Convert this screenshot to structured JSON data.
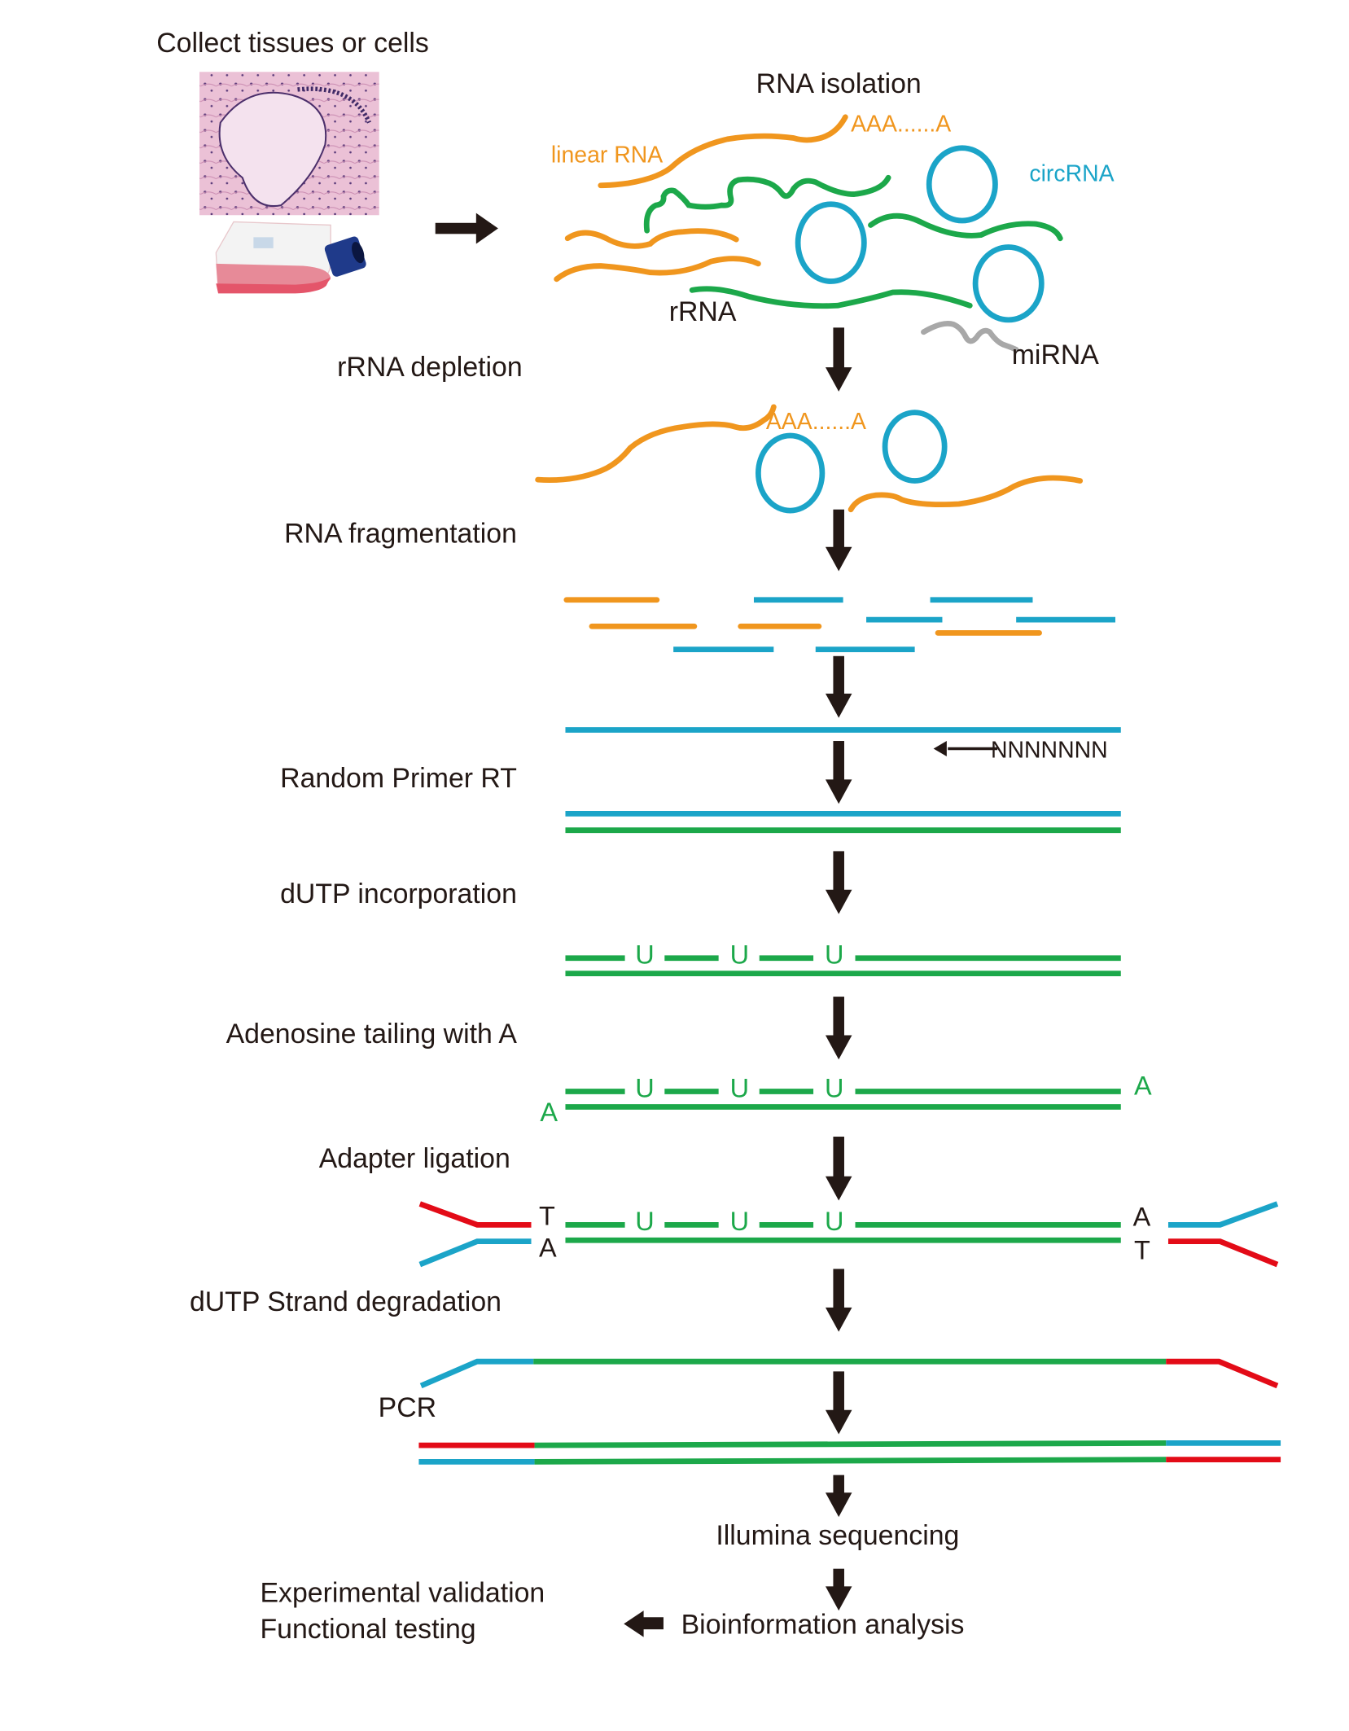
{
  "colors": {
    "linear_rna": "#F0961E",
    "circ_rna": "#1BA4C8",
    "rrna": "#1CA84A",
    "mirna": "#A8A8A8",
    "adapter_red": "#E30B17",
    "text": "#231815"
  },
  "header": {
    "collect_label": "Collect tissues or cells",
    "isolation_label": "RNA isolation"
  },
  "isolation": {
    "linear_label": "linear RNA",
    "polyA_label": "AAA......A",
    "circ_label": "circRNA",
    "rrna_label": "rRNA",
    "mirna_label": "miRNA"
  },
  "steps": [
    {
      "id": "rrna-depletion",
      "label": "rRNA depletion"
    },
    {
      "id": "rna-fragmentation",
      "label": "RNA fragmentation"
    },
    {
      "id": "random-primer-rt",
      "label": "Random Primer RT"
    },
    {
      "id": "dutp-incorporation",
      "label": "dUTP incorporation"
    },
    {
      "id": "adenosine-tailing",
      "label": "Adenosine tailing with A"
    },
    {
      "id": "adapter-ligation",
      "label": "Adapter ligation"
    },
    {
      "id": "dutp-degradation",
      "label": "dUTP Strand degradation"
    },
    {
      "id": "pcr",
      "label": "PCR"
    }
  ],
  "depleted": {
    "polyA_label": "AAA......A"
  },
  "primer": {
    "label": "NNNNNNN"
  },
  "nucleotides": {
    "u": "U",
    "a": "A",
    "t": "T"
  },
  "final": {
    "sequencing_label": "Illumina sequencing",
    "analysis_label": "Bioinformation analysis",
    "validation_label": "Experimental validation",
    "functional_label": "Functional testing"
  }
}
